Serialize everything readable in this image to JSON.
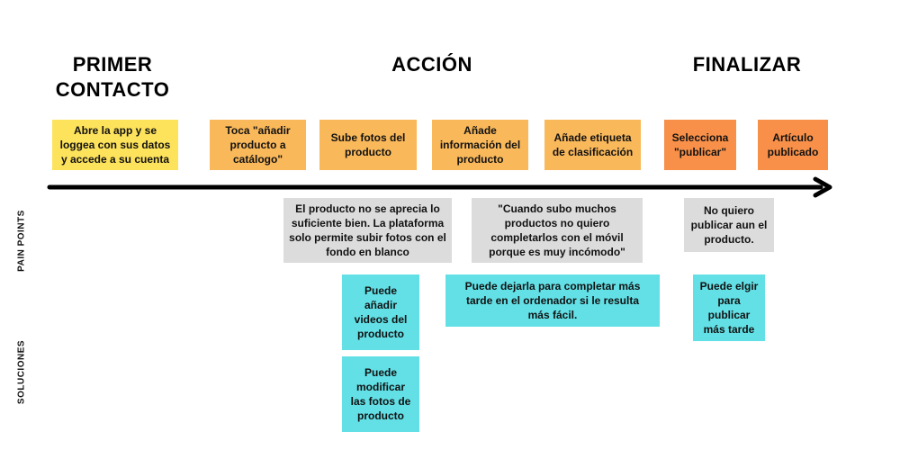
{
  "phases": {
    "primer_contacto": "PRIMER\nCONTACTO",
    "accion": "ACCIÓN",
    "finalizar": "FINALIZAR"
  },
  "row_labels": {
    "pain_points": "PAIN POINTS",
    "soluciones": "SOLUCIONES"
  },
  "steps": [
    "Abre la app y se loggea con sus datos y accede a su cuenta",
    "Toca \"añadir producto a catálogo\"",
    "Sube fotos del producto",
    "Añade información del producto",
    "Añade etiqueta de clasificación",
    "Selecciona \"publicar\"",
    "Artículo publicado"
  ],
  "pain_points": [
    "El producto no se aprecia lo suficiente bien. La plataforma solo permite subir fotos con el fondo en blanco",
    "\"Cuando subo muchos productos no quiero completarlos con el móvil porque es muy incómodo\"",
    "No quiero publicar aun el producto."
  ],
  "soluciones": [
    "Puede añadir videos del producto",
    "Puede modificar las fotos de producto",
    "Puede dejarla para completar más tarde en el ordenador si le resulta más fácil.",
    "Puede elgir para publicar más tarde"
  ],
  "colors": {
    "step_first": "#FDE25B",
    "step_middle": "#F9B85A",
    "step_final": "#F89049",
    "pain_point": "#DCDCDC",
    "solucion": "#62E0E6",
    "arrow": "#000000"
  }
}
